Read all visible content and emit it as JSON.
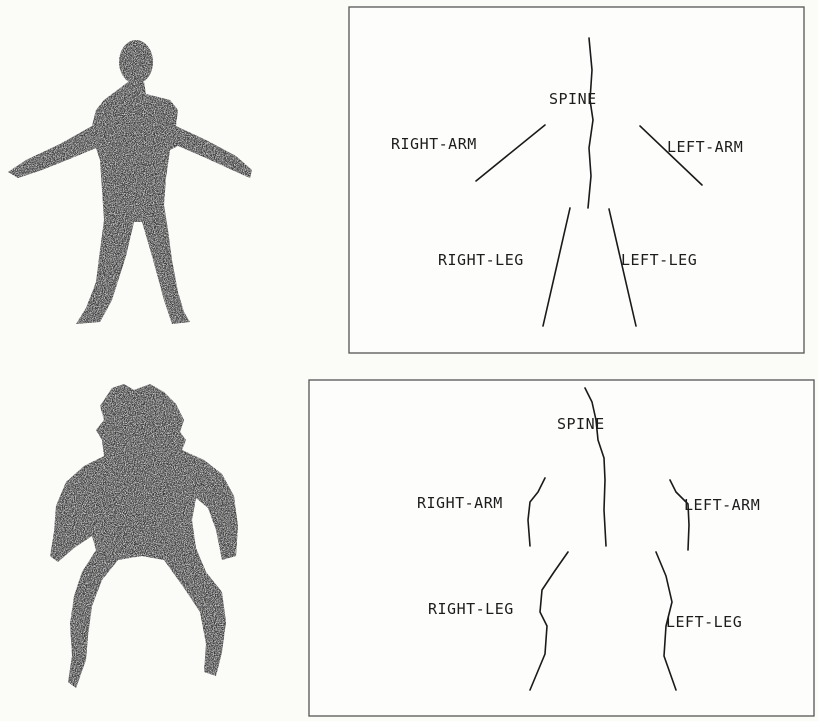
{
  "panels": [
    {
      "labels": {
        "spine": "SPINE",
        "right_arm": "RIGHT-ARM",
        "left_arm": "LEFT-ARM",
        "right_leg": "RIGHT-LEG",
        "left_leg": "LEFT-LEG"
      }
    },
    {
      "labels": {
        "spine": "SPINE",
        "right_arm": "RIGHT-ARM",
        "left_arm": "LEFT-ARM",
        "right_leg": "RIGHT-LEG",
        "left_leg": "LEFT-LEG"
      }
    }
  ],
  "colors": {
    "ink": "#1a1a1a",
    "silhouette": "#3b3b3b",
    "paper": "#fbfbf8"
  }
}
